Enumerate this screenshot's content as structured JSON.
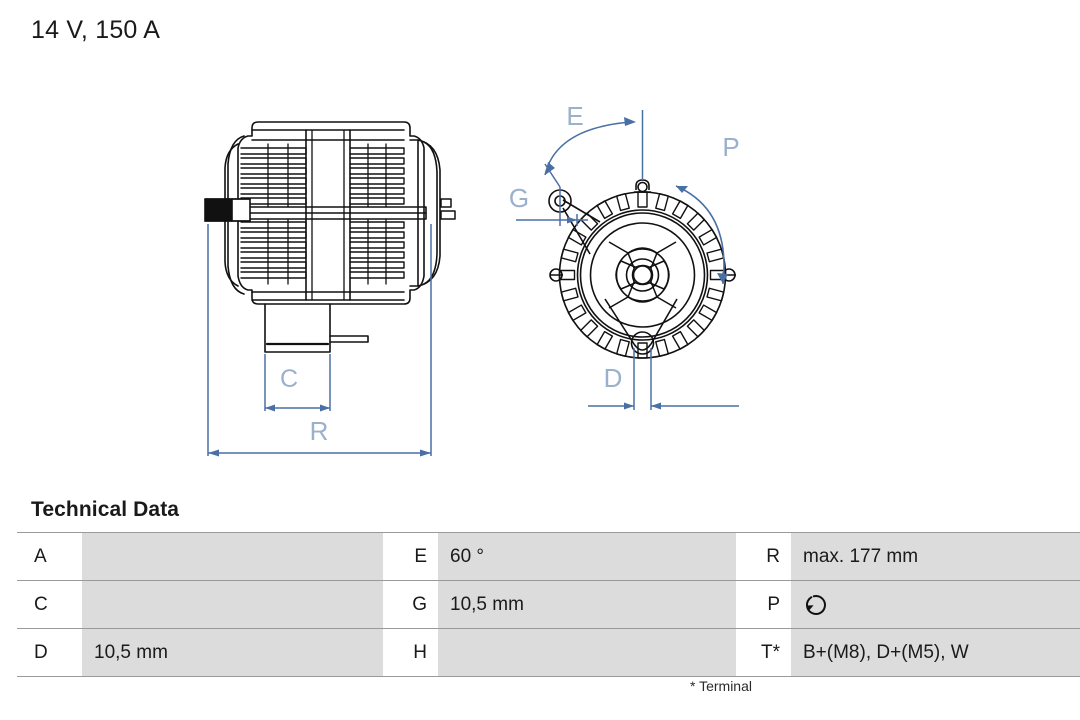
{
  "header": {
    "title": "14 V, 150 A"
  },
  "drawing": {
    "side_view": {
      "name": "alternator-side-view",
      "dimension_labels": [
        "C",
        "R"
      ]
    },
    "front_view": {
      "name": "alternator-front-view",
      "dimension_labels": [
        "E",
        "G",
        "P",
        "D"
      ]
    },
    "callouts": {
      "C": "C",
      "R": "R",
      "E": "E",
      "G": "G",
      "P": "P",
      "D": "D"
    },
    "colors": {
      "dimension_line": "#4a6fa5",
      "callout_text": "#9bb0cc",
      "outline": "#111111"
    }
  },
  "tech_data": {
    "heading": "Technical Data",
    "footnote": "* Terminal",
    "rows": [
      {
        "left_key": "A",
        "left_value": "",
        "mid_key": "E",
        "mid_value": "60 °",
        "right_key": "R",
        "right_value": "max. 177 mm"
      },
      {
        "left_key": "C",
        "left_value": "",
        "mid_key": "G",
        "mid_value": "10,5 mm",
        "right_key": "P",
        "right_value": "",
        "right_icon": "rotation-counterclockwise-icon"
      },
      {
        "left_key": "D",
        "left_value": "10,5 mm",
        "mid_key": "H",
        "mid_value": "",
        "right_key": "T*",
        "right_value": "B+(M8), D+(M5), W"
      }
    ]
  }
}
